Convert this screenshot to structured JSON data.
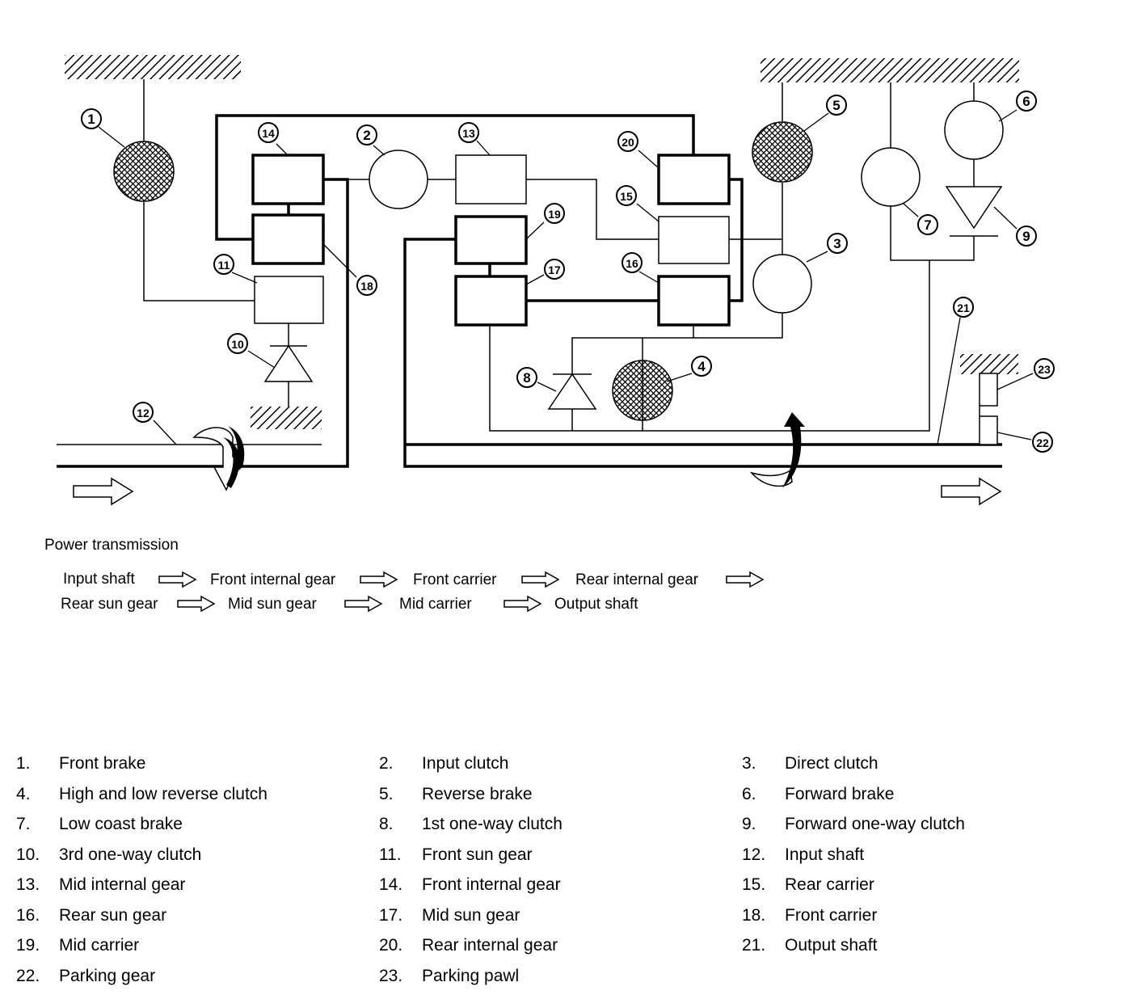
{
  "callouts": [
    "1",
    "2",
    "3",
    "4",
    "5",
    "6",
    "7",
    "8",
    "9",
    "10",
    "11",
    "12",
    "13",
    "14",
    "15",
    "16",
    "17",
    "18",
    "19",
    "20",
    "21",
    "22",
    "23"
  ],
  "flow": {
    "title": "Power transmission",
    "steps": [
      "Input shaft",
      "Front internal gear",
      "Front carrier",
      "Rear internal gear",
      "Rear sun gear",
      "Mid sun gear",
      "Mid carrier",
      "Output shaft"
    ]
  },
  "legend": [
    {
      "num": "1.",
      "label": "Front brake"
    },
    {
      "num": "2.",
      "label": "Input clutch"
    },
    {
      "num": "3.",
      "label": "Direct clutch"
    },
    {
      "num": "4.",
      "label": "High and low reverse clutch"
    },
    {
      "num": "5.",
      "label": "Reverse brake"
    },
    {
      "num": "6.",
      "label": "Forward brake"
    },
    {
      "num": "7.",
      "label": "Low coast brake"
    },
    {
      "num": "8.",
      "label": "1st one-way clutch"
    },
    {
      "num": "9.",
      "label": "Forward one-way clutch"
    },
    {
      "num": "10.",
      "label": "3rd one-way clutch"
    },
    {
      "num": "11.",
      "label": "Front sun gear"
    },
    {
      "num": "12.",
      "label": "Input shaft"
    },
    {
      "num": "13.",
      "label": "Mid internal gear"
    },
    {
      "num": "14.",
      "label": "Front internal gear"
    },
    {
      "num": "15.",
      "label": "Rear carrier"
    },
    {
      "num": "16.",
      "label": "Rear sun gear"
    },
    {
      "num": "17.",
      "label": "Mid sun gear"
    },
    {
      "num": "18.",
      "label": "Front carrier"
    },
    {
      "num": "19.",
      "label": "Mid carrier"
    },
    {
      "num": "20.",
      "label": "Rear internal gear"
    },
    {
      "num": "21.",
      "label": "Output shaft"
    },
    {
      "num": "22.",
      "label": "Parking gear"
    },
    {
      "num": "23.",
      "label": "Parking pawl"
    }
  ]
}
